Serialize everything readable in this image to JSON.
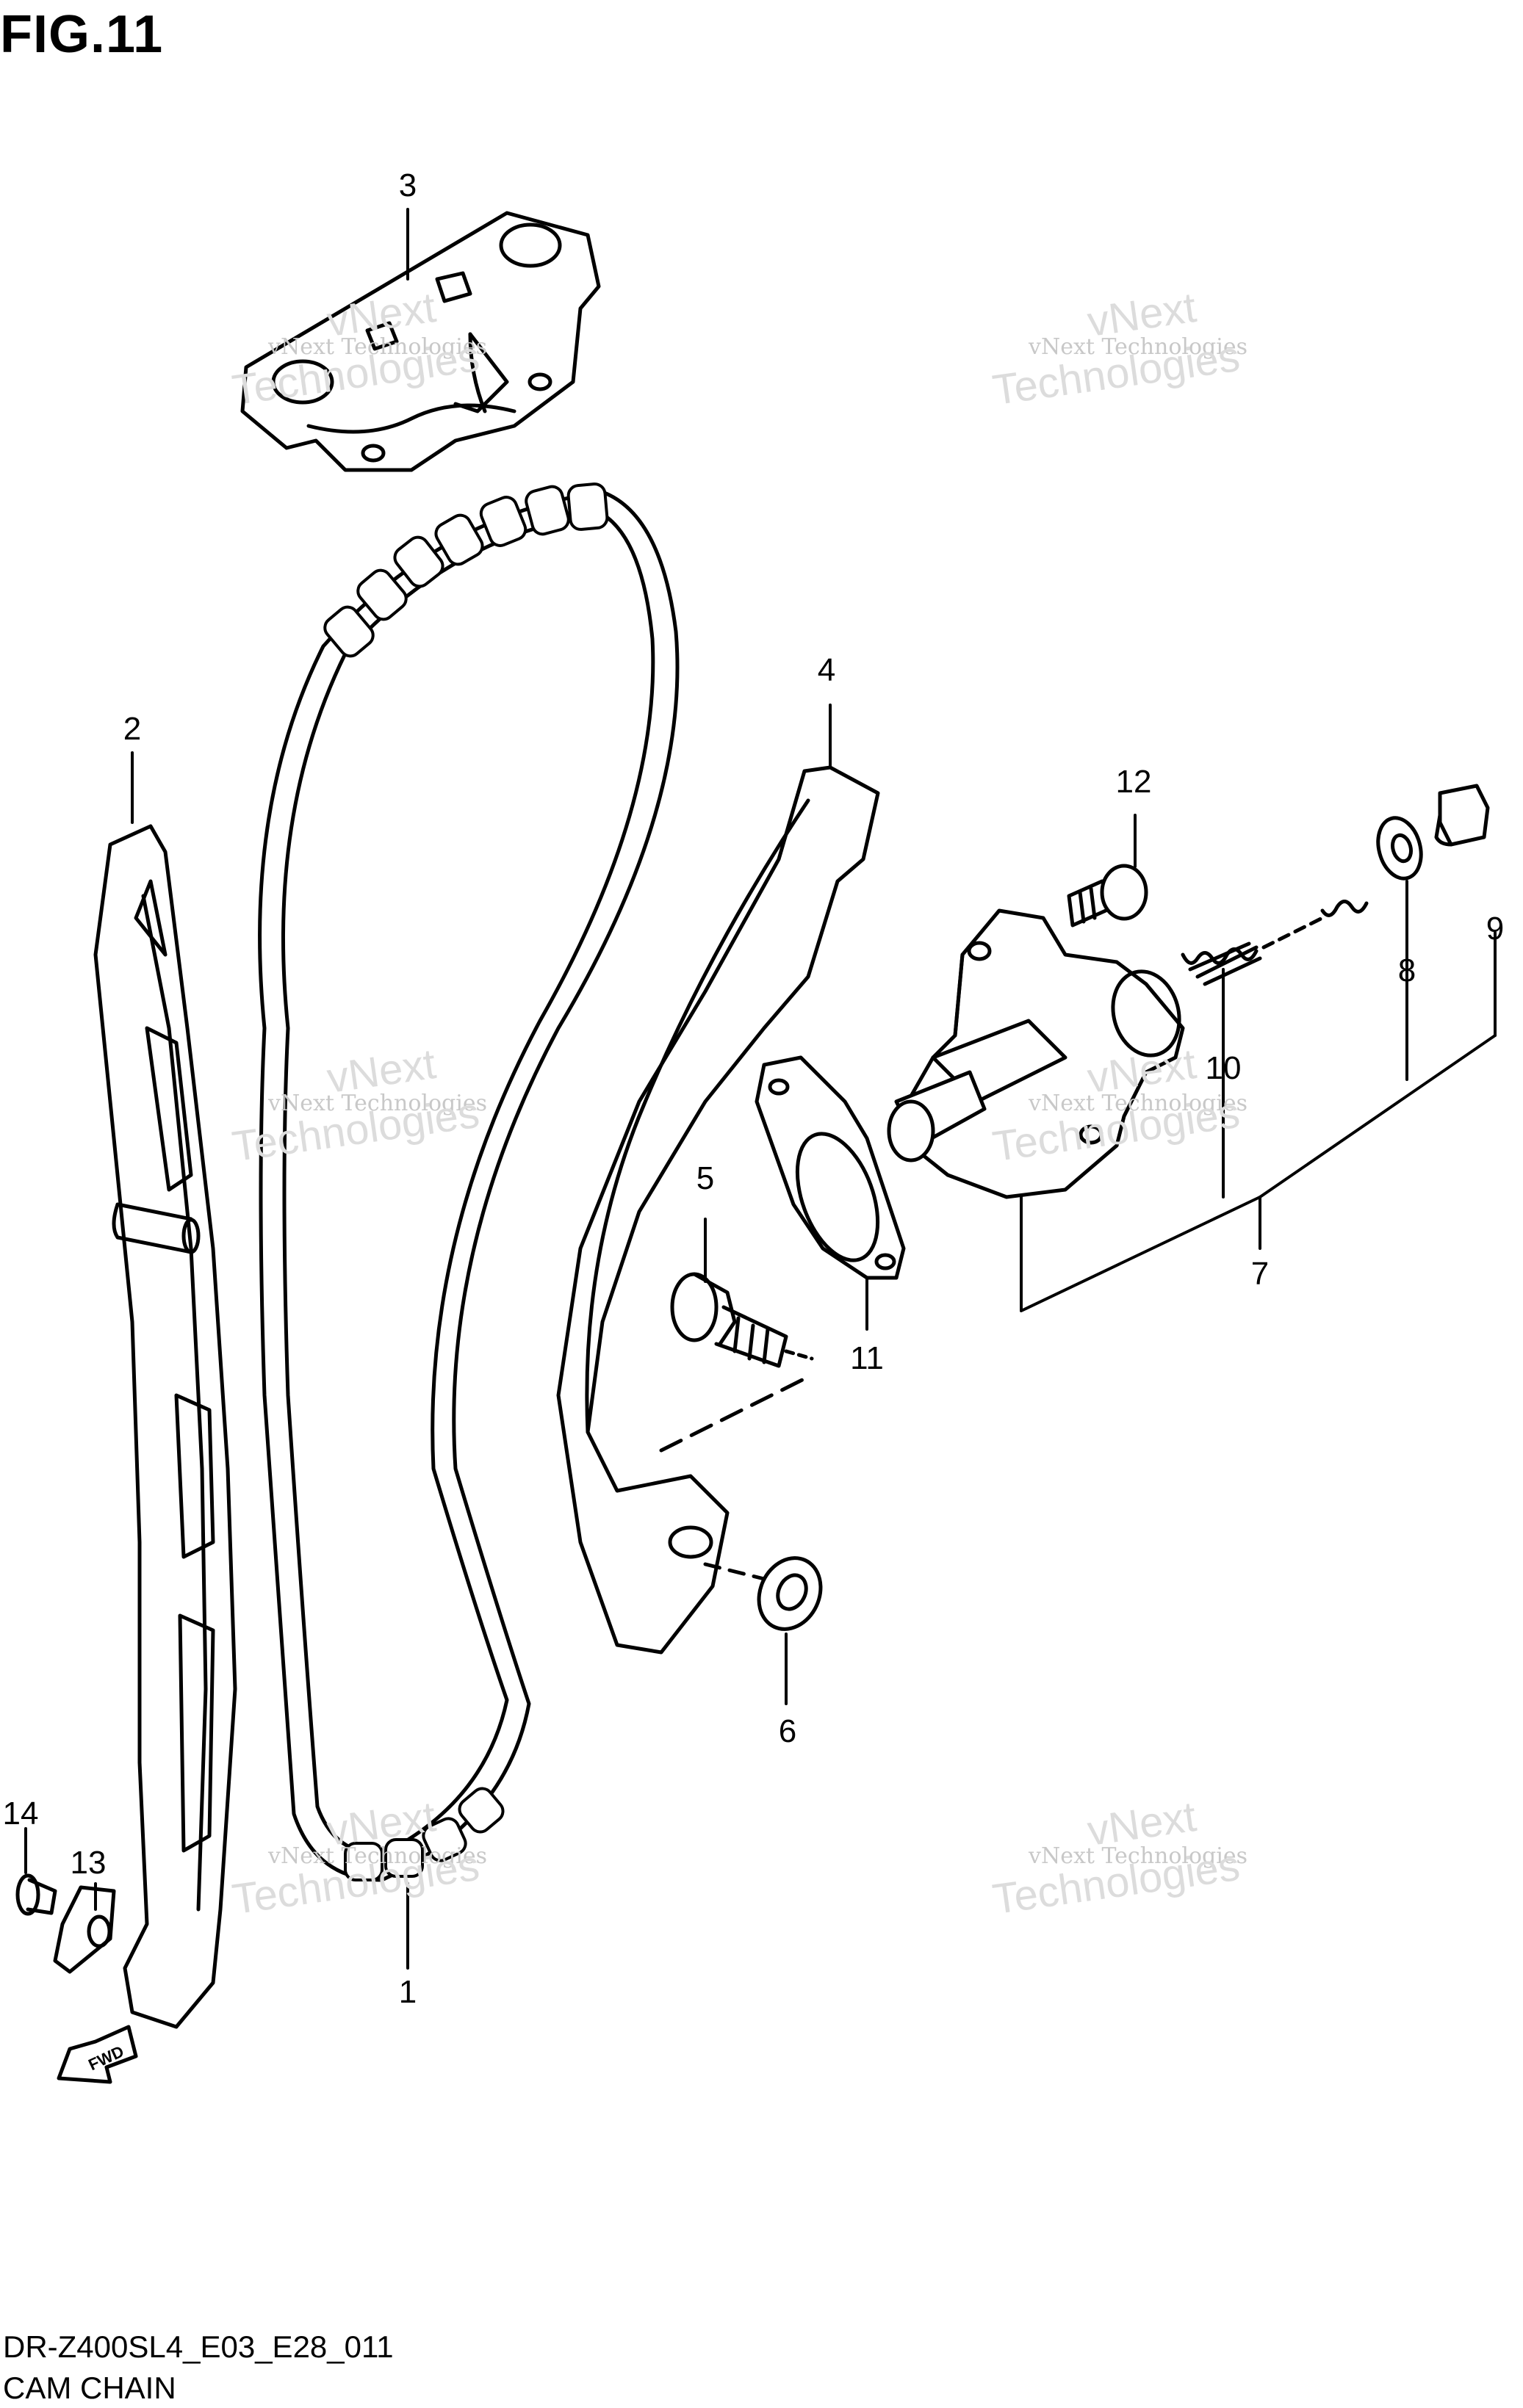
{
  "figure_title": "FIG.11",
  "part_labels": [
    {
      "number": "1"
    },
    {
      "number": "2"
    },
    {
      "number": "3"
    },
    {
      "number": "4"
    },
    {
      "number": "5"
    },
    {
      "number": "6"
    },
    {
      "number": "7"
    },
    {
      "number": "8"
    },
    {
      "number": "9"
    },
    {
      "number": "10"
    },
    {
      "number": "11"
    },
    {
      "number": "12"
    },
    {
      "number": "13"
    },
    {
      "number": "14"
    }
  ],
  "fwd_arrow_text": "FWD",
  "watermark": {
    "small": "vNext Technologies",
    "big_top": "vNext",
    "big_bottom": "Technologies"
  },
  "footer": {
    "code": "DR-Z400SL4_E03_E28_011",
    "caption": "CAM CHAIN"
  }
}
